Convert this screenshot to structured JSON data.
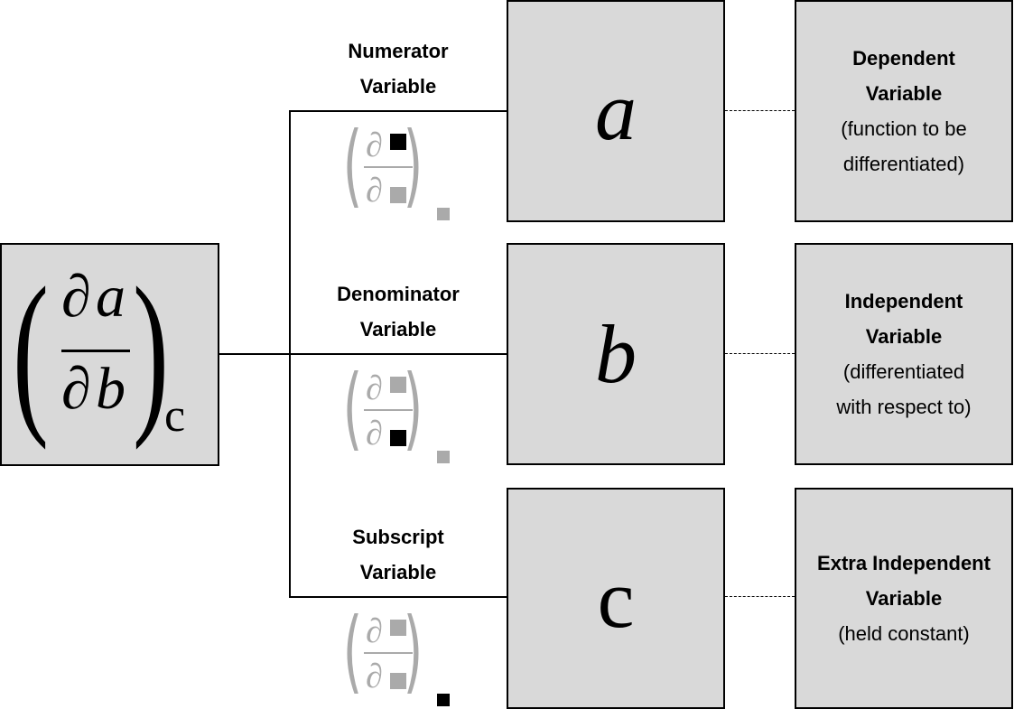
{
  "main_formula": {
    "numerator_symbol": "∂",
    "numerator_var": "a",
    "denominator_symbol": "∂",
    "denominator_var": "b",
    "subscript": "c",
    "left_paren": "(",
    "right_paren": ")"
  },
  "rows": [
    {
      "label_line1": "Numerator",
      "label_line2": "Variable",
      "symbol": "a",
      "italic": true,
      "highlight": "numerator",
      "desc_bold1": "Dependent",
      "desc_bold2": "Variable",
      "desc1": "(function to be",
      "desc2": "differentiated)"
    },
    {
      "label_line1": "Denominator",
      "label_line2": "Variable",
      "symbol": "b",
      "italic": true,
      "highlight": "denominator",
      "desc_bold1": "Independent",
      "desc_bold2": "Variable",
      "desc1": "(differentiated",
      "desc2": "with respect to)"
    },
    {
      "label_line1": "Subscript",
      "label_line2": "Variable",
      "symbol": "c",
      "italic": false,
      "highlight": "subscript",
      "desc_bold1": "Extra Independent",
      "desc_bold2": "Variable",
      "desc1": "(held constant)",
      "desc2": ""
    }
  ],
  "mini_symbol": "∂",
  "colors": {
    "box_fill": "#d9d9d9",
    "highlight": "#000000",
    "inactive": "#aaaaaa"
  }
}
